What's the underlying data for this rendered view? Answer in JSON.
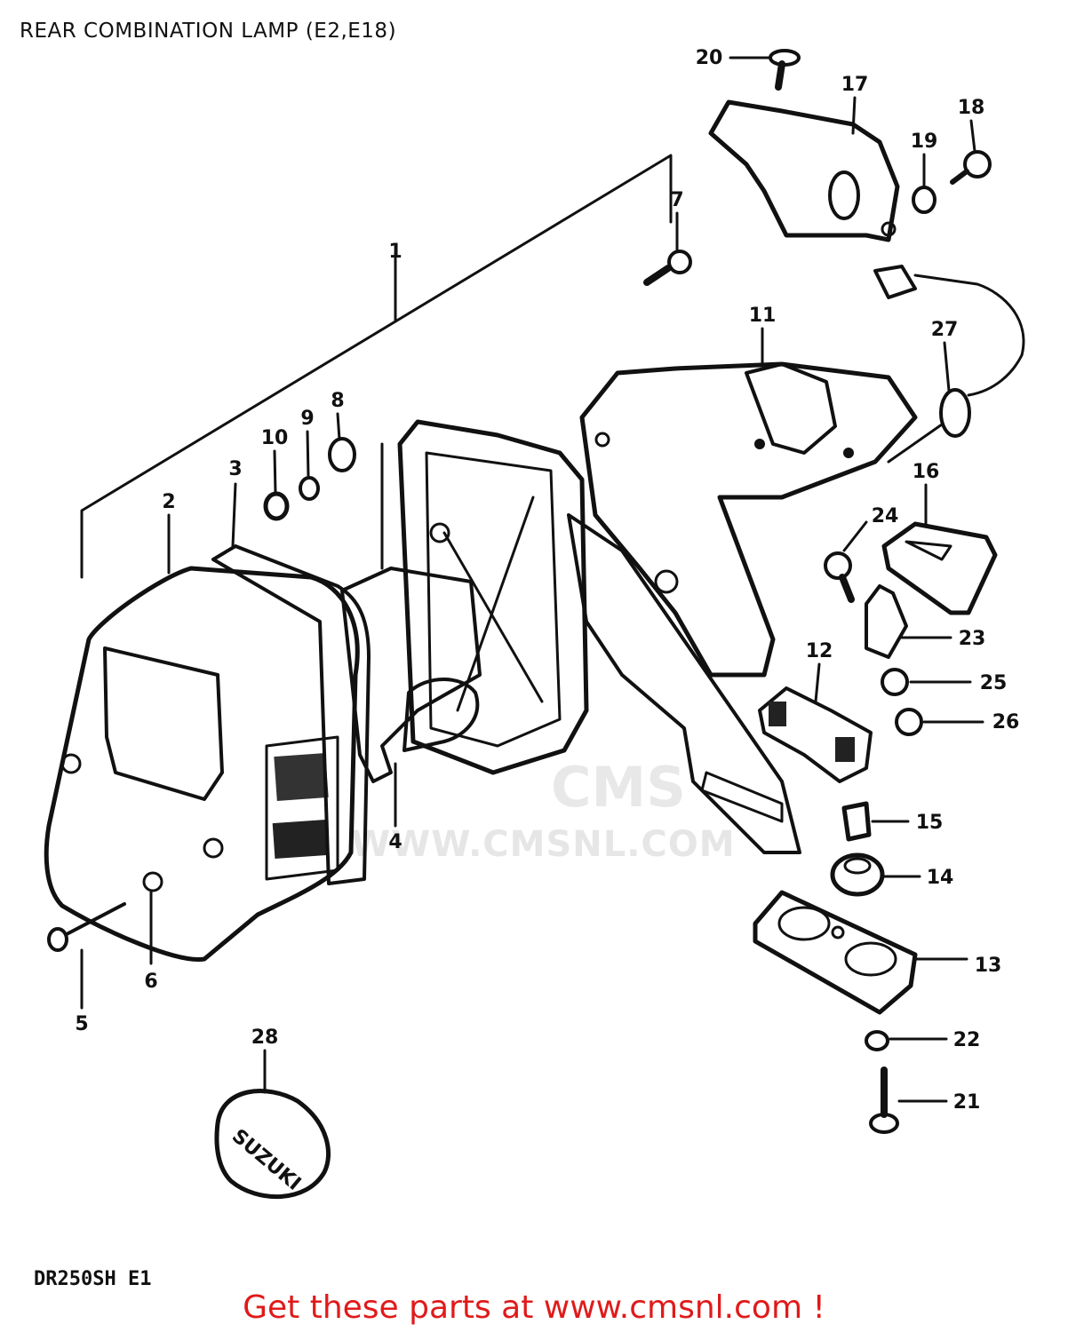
{
  "header": {
    "title": "REAR COMBINATION LAMP (E2,E18)"
  },
  "watermark": {
    "text": "WWW.CMSNL.COM",
    "logo": "CMS"
  },
  "footer": {
    "model_code": "DR250SH E1",
    "promo": "Get these parts at www.cmsnl.com !"
  },
  "callouts": [
    {
      "id": "c1",
      "label": "1"
    },
    {
      "id": "c2",
      "label": "2"
    },
    {
      "id": "c3",
      "label": "3"
    },
    {
      "id": "c4",
      "label": "4"
    },
    {
      "id": "c5",
      "label": "5"
    },
    {
      "id": "c6",
      "label": "6"
    },
    {
      "id": "c7",
      "label": "7"
    },
    {
      "id": "c8",
      "label": "8"
    },
    {
      "id": "c9",
      "label": "9"
    },
    {
      "id": "c10",
      "label": "10"
    },
    {
      "id": "c11",
      "label": "11"
    },
    {
      "id": "c12",
      "label": "12"
    },
    {
      "id": "c13",
      "label": "13"
    },
    {
      "id": "c14",
      "label": "14"
    },
    {
      "id": "c15",
      "label": "15"
    },
    {
      "id": "c16",
      "label": "16"
    },
    {
      "id": "c17",
      "label": "17"
    },
    {
      "id": "c18",
      "label": "18"
    },
    {
      "id": "c19",
      "label": "19"
    },
    {
      "id": "c20",
      "label": "20"
    },
    {
      "id": "c21",
      "label": "21"
    },
    {
      "id": "c22",
      "label": "22"
    },
    {
      "id": "c23",
      "label": "23"
    },
    {
      "id": "c24",
      "label": "24"
    },
    {
      "id": "c25",
      "label": "25"
    },
    {
      "id": "c26",
      "label": "26"
    },
    {
      "id": "c27",
      "label": "27"
    },
    {
      "id": "c28",
      "label": "28"
    }
  ],
  "emblem": {
    "text": "SUZUKI"
  }
}
